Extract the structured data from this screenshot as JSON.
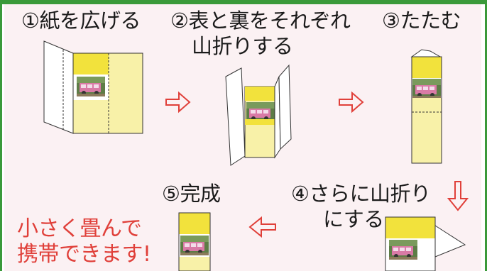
{
  "steps": [
    {
      "label": "①紙を広げる"
    },
    {
      "label_line1": "②表と裏をそれぞれ",
      "label_line2": "山折りする"
    },
    {
      "label": "③たたむ"
    },
    {
      "label_line1": "④さらに山折り",
      "label_line2": "にする"
    },
    {
      "label": "⑤完成"
    }
  ],
  "slogan": {
    "line1": "小さく畳んで",
    "line2": "携帯できます!"
  },
  "colors": {
    "frame_green": "#3a9a3a",
    "panel_bg": "#fbf1f3",
    "arrow_red": "#e0403a",
    "slogan_red": "#e0403a",
    "yellow_strong": "#f2e23c",
    "yellow_pale": "#f8f1a8"
  },
  "icons": [
    "right-arrow-icon",
    "down-arrow-icon",
    "left-arrow-icon"
  ]
}
